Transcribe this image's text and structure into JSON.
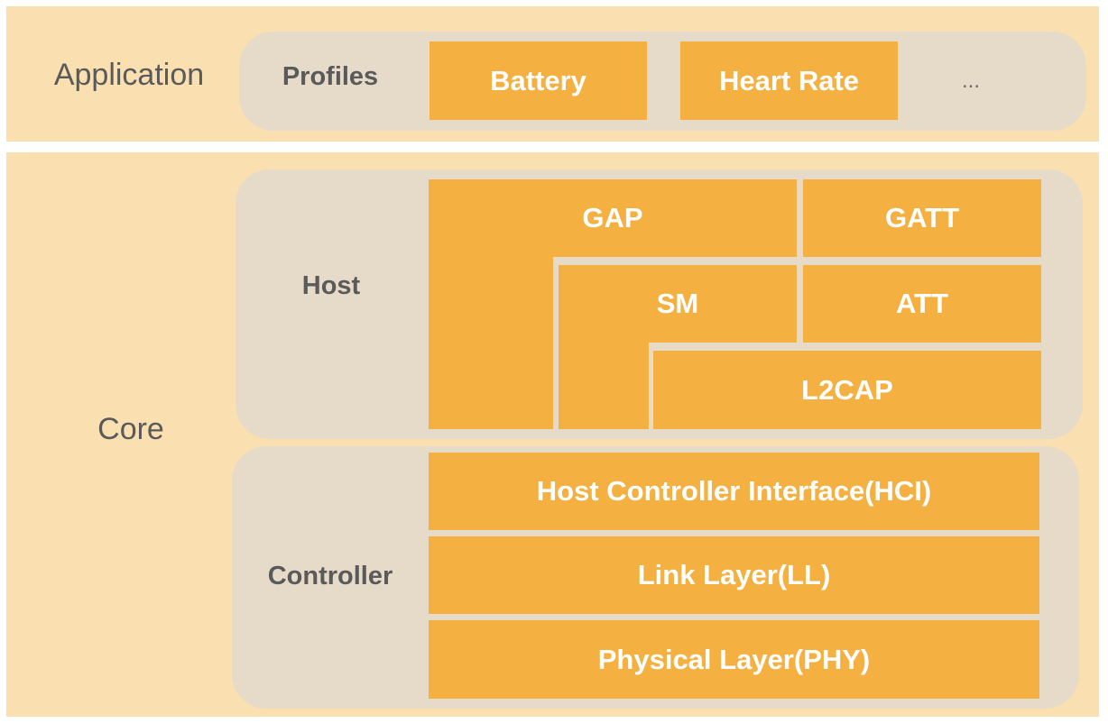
{
  "application": {
    "label": "Application",
    "profiles": {
      "label": "Profiles",
      "items": [
        "Battery",
        "Heart Rate"
      ],
      "more": "..."
    }
  },
  "core": {
    "label": "Core",
    "host": {
      "label": "Host",
      "gap": "GAP",
      "gatt": "GATT",
      "sm": "SM",
      "att": "ATT",
      "l2cap": "L2CAP"
    },
    "controller": {
      "label": "Controller",
      "hci": "Host Controller Interface(HCI)",
      "ll": "Link Layer(LL)",
      "phy": "Physical Layer(PHY)"
    }
  },
  "colors": {
    "band": "#fadfb1",
    "panel": "#e6dbc8",
    "block": "#f4b040",
    "label": "#5a5a5a"
  }
}
